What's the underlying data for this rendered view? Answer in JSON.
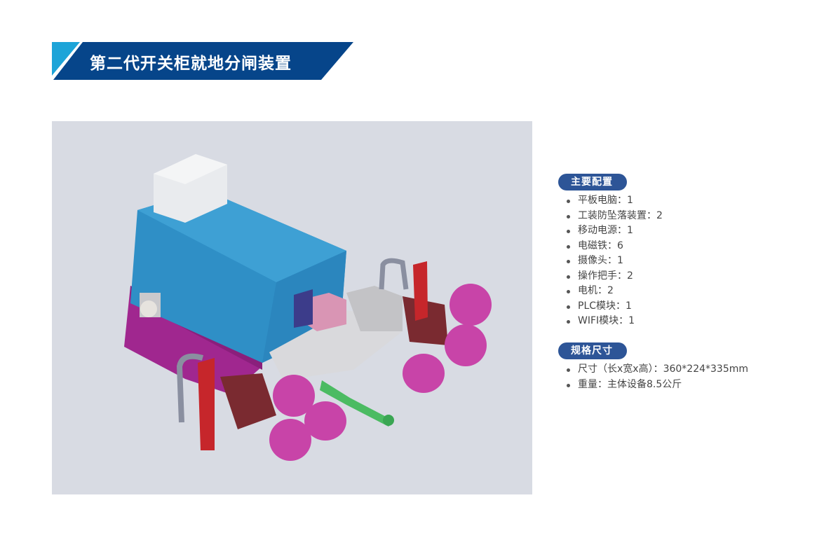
{
  "page": {
    "title": "第二代开关柜就地分闸装置",
    "colors": {
      "banner_dark": "#06458a",
      "banner_light": "#1da4d8",
      "pill": "#2d5597",
      "photo_bg": "#d8dbe3"
    }
  },
  "product_image": {
    "description": "3D render of switchgear local opening device: blue enclosure on magenta base, white top box, two steel handles with red brackets, magenta electromagnet cylinders, green shaft"
  },
  "main_config": {
    "heading": "主要配置",
    "items": [
      {
        "label": "平板电脑：1"
      },
      {
        "label": "工装防坠落装置：2"
      },
      {
        "label": "移动电源：1"
      },
      {
        "label": "电磁铁：6"
      },
      {
        "label": "摄像头：1"
      },
      {
        "label": "操作把手：2"
      },
      {
        "label": "电机：2"
      },
      {
        "label": "PLC模块：1"
      },
      {
        "label": "WIFI模块：1"
      }
    ]
  },
  "specs": {
    "heading": "规格尺寸",
    "items": [
      {
        "label": "尺寸（长x宽x高）：360*224*335mm"
      },
      {
        "label": "重量：主体设备8.5公斤"
      }
    ]
  }
}
